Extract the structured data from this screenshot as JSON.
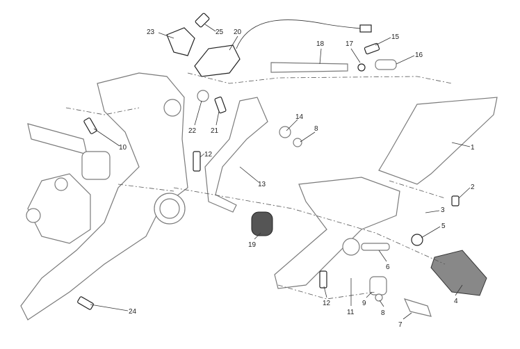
{
  "diagram": {
    "title": "Exploded view - rear set / foot pegs",
    "callouts": [
      {
        "id": "c23",
        "text": "23"
      },
      {
        "id": "c25",
        "text": "25"
      },
      {
        "id": "c20",
        "text": "20"
      },
      {
        "id": "c15",
        "text": "15"
      },
      {
        "id": "c18",
        "text": "18"
      },
      {
        "id": "c17",
        "text": "17"
      },
      {
        "id": "c16",
        "text": "16"
      },
      {
        "id": "c22",
        "text": "22"
      },
      {
        "id": "c21",
        "text": "21"
      },
      {
        "id": "c14",
        "text": "14"
      },
      {
        "id": "c8a",
        "text": "8"
      },
      {
        "id": "c10",
        "text": "10"
      },
      {
        "id": "c12a",
        "text": "12"
      },
      {
        "id": "c1",
        "text": "1"
      },
      {
        "id": "c13",
        "text": "13"
      },
      {
        "id": "c2",
        "text": "2"
      },
      {
        "id": "c3",
        "text": "3"
      },
      {
        "id": "c5",
        "text": "5"
      },
      {
        "id": "c19",
        "text": "19"
      },
      {
        "id": "c6",
        "text": "6"
      },
      {
        "id": "c4",
        "text": "4"
      },
      {
        "id": "c12b",
        "text": "12"
      },
      {
        "id": "c9",
        "text": "9"
      },
      {
        "id": "c11",
        "text": "11"
      },
      {
        "id": "c8b",
        "text": "8"
      },
      {
        "id": "c7",
        "text": "7"
      },
      {
        "id": "c24",
        "text": "24"
      }
    ]
  }
}
